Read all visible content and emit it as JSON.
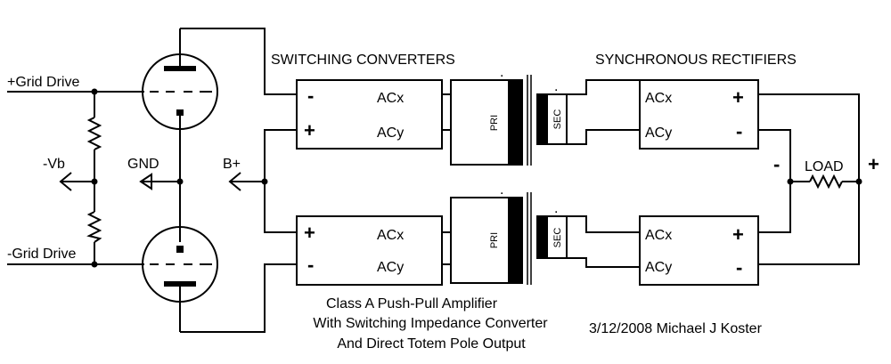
{
  "headings": {
    "switching": "SWITCHING CONVERTERS",
    "rectifiers": "SYNCHRONOUS RECTIFIERS"
  },
  "inputs": {
    "plus_grid": "+Grid Drive",
    "minus_grid": "-Grid Drive",
    "bias": "-Vb",
    "ground": "GND",
    "bplus": "B+"
  },
  "converter_top": {
    "in_a": "-",
    "in_b": "+",
    "out_a": "ACx",
    "out_b": "ACy"
  },
  "converter_bottom": {
    "in_a": "+",
    "in_b": "-",
    "out_a": "ACx",
    "out_b": "ACy"
  },
  "transformer": {
    "primary": "PRI",
    "secondary": "SEC",
    "dot": "."
  },
  "rectifier_top": {
    "in_a": "ACx",
    "in_b": "ACy",
    "out_a": "+",
    "out_b": "-"
  },
  "rectifier_bottom": {
    "in_a": "ACx",
    "in_b": "ACy",
    "out_a": "+",
    "out_b": "-"
  },
  "load": {
    "label": "LOAD",
    "minus": "-",
    "plus": "+"
  },
  "caption": {
    "line1": "Class A Push-Pull Amplifier",
    "line2": "With Switching Impedance Converter",
    "line3": "And Direct Totem Pole Output"
  },
  "credit": "3/12/2008 Michael J Koster"
}
